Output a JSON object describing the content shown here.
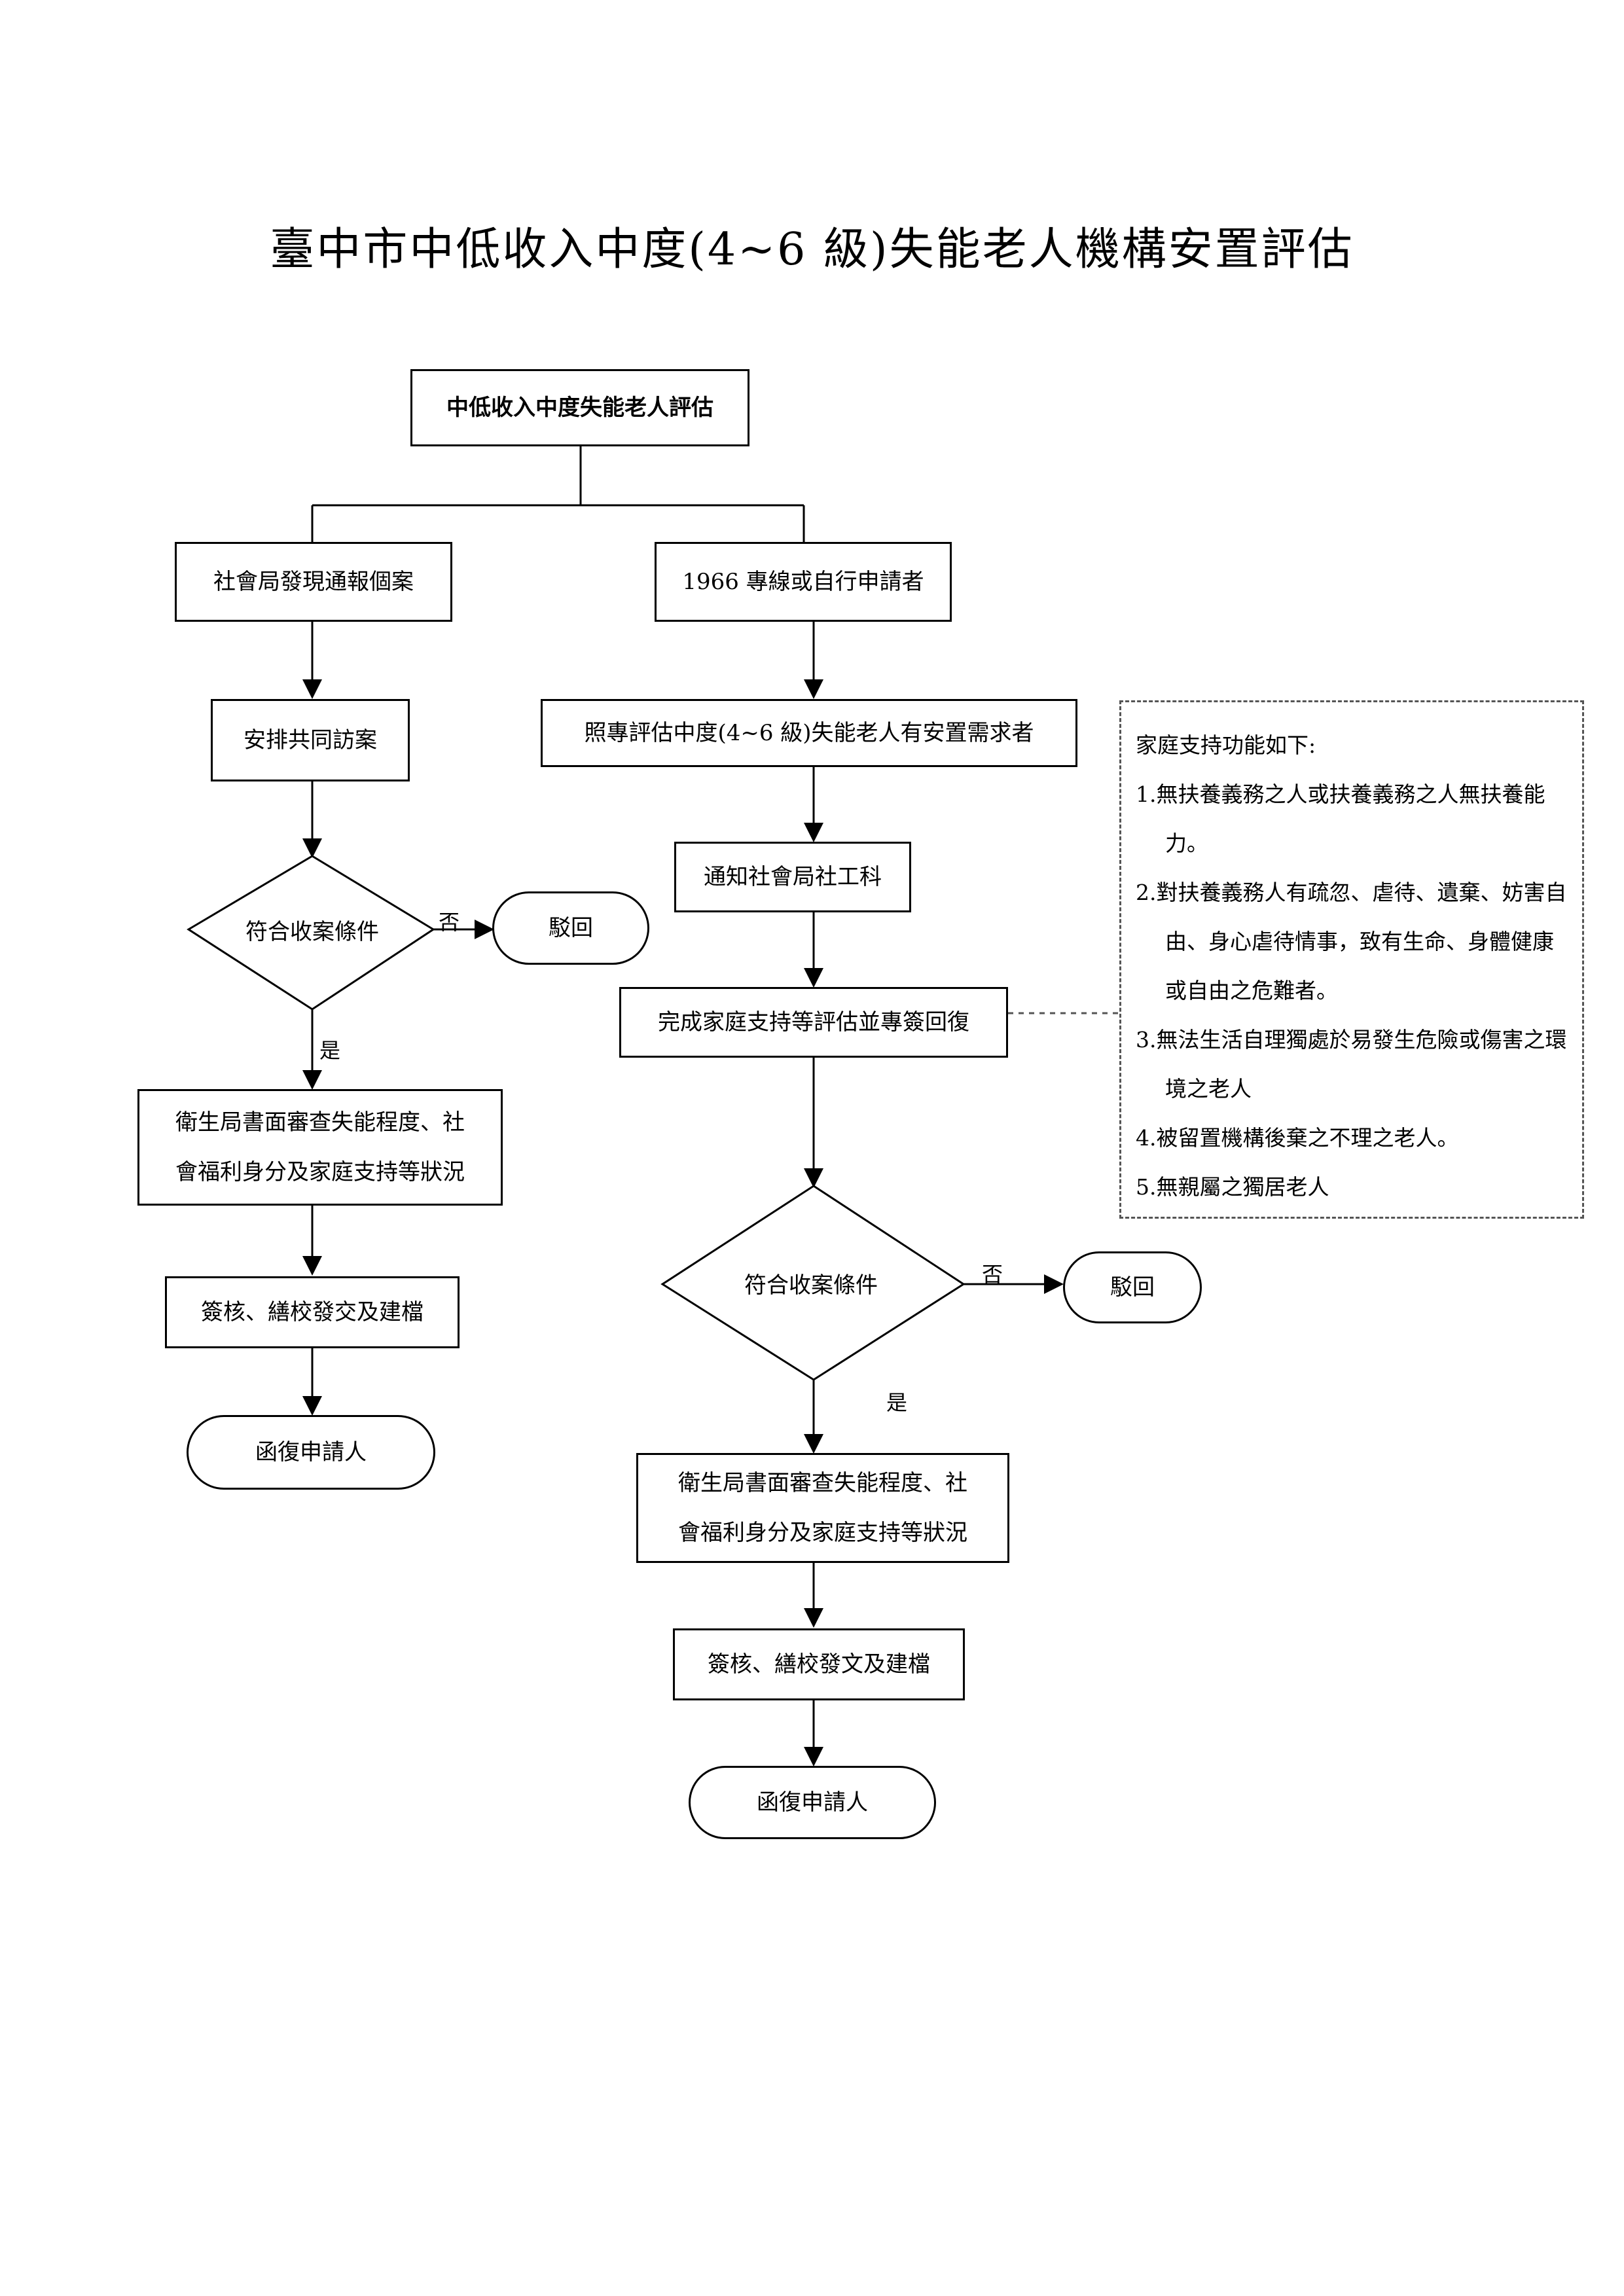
{
  "title": "臺中市中低收入中度(4~6 級)失能老人機構安置評估",
  "nodes": {
    "start": "中低收入中度失能老人評估",
    "left_source": "社會局發現通報個案",
    "right_source": "1966 專線或自行申請者",
    "left_visit": "安排共同訪案",
    "right_assess": "照專評估中度(4~6 級)失能老人有安置需求者",
    "notify": "通知社會局社工科",
    "complete": "完成家庭支持等評估並專簽回復",
    "left_decision": "符合收案條件",
    "right_decision": "符合收案條件",
    "left_reject": "駁回",
    "right_reject": "駁回",
    "left_review_line1": "衛生局書面審查失能程度、社",
    "left_review_line2": "會福利身分及家庭支持等狀況",
    "right_review_line1": "衛生局書面審查失能程度、社",
    "right_review_line2": "會福利身分及家庭支持等狀況",
    "left_sign": "簽核、繕校發交及建檔",
    "right_sign": "簽核、繕校發文及建檔",
    "left_reply": "函復申請人",
    "right_reply": "函復申請人"
  },
  "labels": {
    "left_no": "否",
    "left_yes": "是",
    "right_no": "否",
    "right_yes": "是"
  },
  "note": {
    "heading": "家庭支持功能如下:",
    "items": [
      "1.無扶養義務之人或扶養義務之人無扶養能力。",
      "2.對扶養義務人有疏忽、虐待、遺棄、妨害自由、身心虐待情事，致有生命、身體健康或自由之危難者。",
      "3.無法生活自理獨處於易發生危險或傷害之環境之老人",
      "4.被留置機構後棄之不理之老人。",
      "5.無親屬之獨居老人"
    ]
  }
}
